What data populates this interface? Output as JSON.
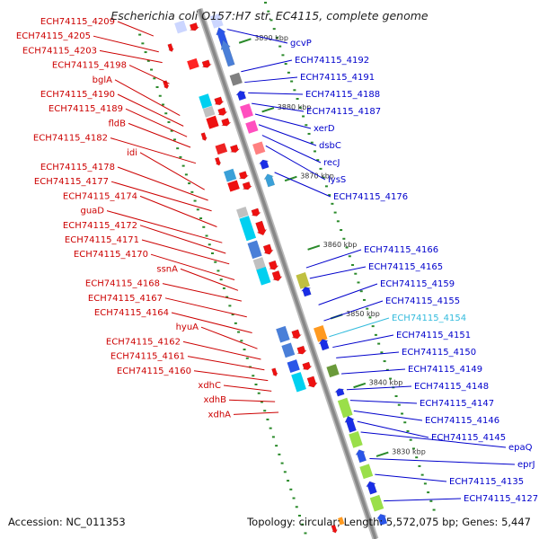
{
  "title": "Escherichia coli O157:H7 str. EC4115, complete genome",
  "footer": {
    "accession": "Accession: NC_011353",
    "topology": "Topology: circular; Length: 5,572,075 bp; Genes: 5,447"
  },
  "colors": {
    "left_label": "#cc0000",
    "right_label": "#0000cc",
    "highlight_label": "#33bbdd",
    "backbone": "#888888",
    "leader": "#0000cc",
    "leader_left": "#cc0000"
  },
  "scale_ticks": [
    {
      "label": "3890 kbp",
      "frac": 0.08
    },
    {
      "label": "3880 kbp",
      "frac": 0.21
    },
    {
      "label": "3870 kbp",
      "frac": 0.34
    },
    {
      "label": "3860 kbp",
      "frac": 0.47
    },
    {
      "label": "3850 kbp",
      "frac": 0.6
    },
    {
      "label": "3840 kbp",
      "frac": 0.73
    },
    {
      "label": "3830 kbp",
      "frac": 0.86
    }
  ],
  "left_labels": [
    {
      "text": "ECH74115_4209",
      "gene_frac": 0.02,
      "row": 0
    },
    {
      "text": "ECH74115_4205",
      "gene_frac": 0.05,
      "row": 1
    },
    {
      "text": "ECH74115_4203",
      "gene_frac": 0.07,
      "row": 2
    },
    {
      "text": "ECH74115_4198",
      "gene_frac": 0.11,
      "row": 3
    },
    {
      "text": "bglA",
      "gene_frac": 0.17,
      "row": 4
    },
    {
      "text": "ECH74115_4190",
      "gene_frac": 0.19,
      "row": 5
    },
    {
      "text": "ECH74115_4189",
      "gene_frac": 0.21,
      "row": 6
    },
    {
      "text": "fldB",
      "gene_frac": 0.23,
      "row": 7
    },
    {
      "text": "ECH74115_4182",
      "gene_frac": 0.26,
      "row": 8
    },
    {
      "text": "idi",
      "gene_frac": 0.31,
      "row": 9
    },
    {
      "text": "ECH74115_4178",
      "gene_frac": 0.33,
      "row": 10
    },
    {
      "text": "ECH74115_4177",
      "gene_frac": 0.35,
      "row": 11
    },
    {
      "text": "ECH74115_4174",
      "gene_frac": 0.38,
      "row": 12
    },
    {
      "text": "guaD",
      "gene_frac": 0.41,
      "row": 13
    },
    {
      "text": "ECH74115_4172",
      "gene_frac": 0.43,
      "row": 14
    },
    {
      "text": "ECH74115_4171",
      "gene_frac": 0.45,
      "row": 15
    },
    {
      "text": "ECH74115_4170",
      "gene_frac": 0.48,
      "row": 16
    },
    {
      "text": "ssnA",
      "gene_frac": 0.5,
      "row": 17
    },
    {
      "text": "ECH74115_4168",
      "gene_frac": 0.52,
      "row": 18
    },
    {
      "text": "ECH74115_4167",
      "gene_frac": 0.55,
      "row": 19
    },
    {
      "text": "ECH74115_4164",
      "gene_frac": 0.58,
      "row": 20
    },
    {
      "text": "hyuA",
      "gene_frac": 0.61,
      "row": 21
    },
    {
      "text": "ECH74115_4162",
      "gene_frac": 0.63,
      "row": 22
    },
    {
      "text": "ECH74115_4161",
      "gene_frac": 0.65,
      "row": 23
    },
    {
      "text": "ECH74115_4160",
      "gene_frac": 0.67,
      "row": 24
    },
    {
      "text": "xdhC",
      "gene_frac": 0.69,
      "row": 25
    },
    {
      "text": "xdhB",
      "gene_frac": 0.71,
      "row": 26
    },
    {
      "text": "xdhA",
      "gene_frac": 0.73,
      "row": 27
    }
  ],
  "right_labels": [
    {
      "text": "gcvP",
      "gene_frac": 0.05,
      "row": 0
    },
    {
      "text": "ECH74115_4192",
      "gene_frac": 0.13,
      "row": 1
    },
    {
      "text": "ECH74115_4191",
      "gene_frac": 0.15,
      "row": 2
    },
    {
      "text": "ECH74115_4188",
      "gene_frac": 0.17,
      "row": 3
    },
    {
      "text": "ECH74115_4187",
      "gene_frac": 0.19,
      "row": 4
    },
    {
      "text": "xerD",
      "gene_frac": 0.21,
      "row": 5
    },
    {
      "text": "dsbC",
      "gene_frac": 0.23,
      "row": 6
    },
    {
      "text": "recJ",
      "gene_frac": 0.25,
      "row": 7
    },
    {
      "text": "lysS",
      "gene_frac": 0.27,
      "row": 8
    },
    {
      "text": "ECH74115_4176",
      "gene_frac": 0.32,
      "row": 9
    },
    {
      "text": "ECH74115_4166",
      "gene_frac": 0.5,
      "row": 10
    },
    {
      "text": "ECH74115_4165",
      "gene_frac": 0.52,
      "row": 11
    },
    {
      "text": "ECH74115_4159",
      "gene_frac": 0.57,
      "row": 12
    },
    {
      "text": "ECH74115_4155",
      "gene_frac": 0.6,
      "row": 13
    },
    {
      "text": "ECH74115_4154",
      "gene_frac": 0.63,
      "row": 14,
      "highlight": true
    },
    {
      "text": "ECH74115_4151",
      "gene_frac": 0.65,
      "row": 15
    },
    {
      "text": "ECH74115_4150",
      "gene_frac": 0.67,
      "row": 16
    },
    {
      "text": "ECH74115_4149",
      "gene_frac": 0.7,
      "row": 17
    },
    {
      "text": "ECH74115_4148",
      "gene_frac": 0.73,
      "row": 18
    },
    {
      "text": "ECH74115_4147",
      "gene_frac": 0.75,
      "row": 19
    },
    {
      "text": "ECH74115_4146",
      "gene_frac": 0.77,
      "row": 20
    },
    {
      "text": "ECH74115_4145",
      "gene_frac": 0.79,
      "row": 21
    },
    {
      "text": "epaQ",
      "gene_frac": 0.81,
      "row": 22
    },
    {
      "text": "eprJ",
      "gene_frac": 0.86,
      "row": 23
    },
    {
      "text": "ECH74115_4135",
      "gene_frac": 0.89,
      "row": 24
    },
    {
      "text": "ECH74115_4127",
      "gene_frac": 0.94,
      "row": 25
    }
  ]
}
